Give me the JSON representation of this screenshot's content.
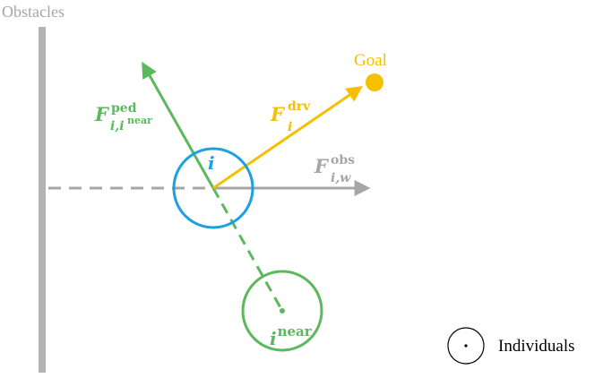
{
  "labels": {
    "obstacles": "Obstacles",
    "goal": "Goal",
    "individuals_legend": "Individuals"
  },
  "agent_i": {
    "symbol": "i"
  },
  "agent_near": {
    "base": "i",
    "superscript": "near"
  },
  "force_ped": {
    "symbol": "F",
    "superscript": "ped",
    "subscript_main": "i,i",
    "subscript_super": "near"
  },
  "force_drv": {
    "symbol": "F",
    "superscript": "drv",
    "subscript": "i"
  },
  "force_obs": {
    "symbol": "F",
    "superscript": "obs",
    "subscript": "i,w"
  },
  "colors": {
    "obstacle": "#b3b3b3",
    "obstacle_force": "#a6a6a6",
    "pedestrian": "#5cb85c",
    "agent_i": "#1ba1e2",
    "goal": "#f5c000",
    "legend": "#000000"
  }
}
